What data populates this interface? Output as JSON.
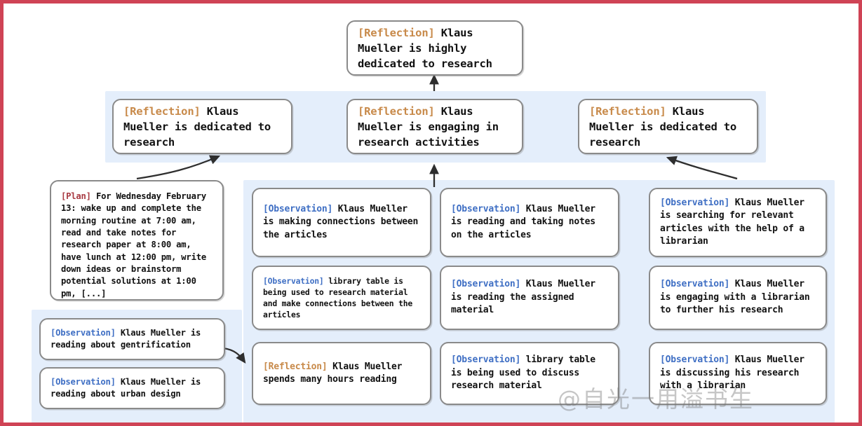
{
  "figure": {
    "border_color": "#cf4355",
    "panel_color": "#e4eefb",
    "node_border_color": "#8a8a8a",
    "tag_colors": {
      "reflection": "#c88a4a",
      "observation": "#3f6fc4",
      "plan": "#a83a42"
    }
  },
  "top": {
    "tag": "[Reflection]",
    "text": " Klaus Mueller is highly dedicated to research"
  },
  "reflections": [
    {
      "tag": "[Reflection]",
      "text": " Klaus Mueller is dedicated to research"
    },
    {
      "tag": "[Reflection]",
      "text": " Klaus Mueller is engaging in research activities"
    },
    {
      "tag": "[Reflection]",
      "text": " Klaus Mueller is dedicated to research"
    }
  ],
  "plan": {
    "tag": "[Plan]",
    "text": " For Wednesday February 13: wake up and complete the morning routine at 7:00 am, read and take notes for research paper at 8:00 am, have lunch at 12:00 pm, write down ideas or brainstorm potential solutions at 1:00 pm, [...]"
  },
  "left_observations": [
    {
      "tag": "[Observation]",
      "text": " Klaus Mueller is reading about gentrification"
    },
    {
      "tag": "[Observation]",
      "text": " Klaus Mueller is reading about urban design"
    }
  ],
  "column_a": [
    {
      "tag": "[Observation]",
      "text": " Klaus Mueller is making connections between the articles"
    },
    {
      "tag": "[Observation]",
      "text": " library table is being used to research material and make connections between the articles"
    },
    {
      "tag": "[Reflection]",
      "text": " Klaus Mueller spends many hours reading"
    }
  ],
  "column_b": [
    {
      "tag": "[Observation]",
      "text": " Klaus Mueller is reading and taking notes on the articles"
    },
    {
      "tag": "[Observation]",
      "text": " Klaus Mueller is reading the assigned material"
    },
    {
      "tag": "[Observation]",
      "text": " library table is being used to discuss research material"
    }
  ],
  "column_c": [
    {
      "tag": "[Observation]",
      "text": " Klaus Mueller is searching for relevant articles with the help of a librarian"
    },
    {
      "tag": "[Observation]",
      "text": " Klaus Mueller is engaging with a librarian to further his research"
    },
    {
      "tag": "[Observation]",
      "text": " Klaus Mueller is discussing his research with a librarian"
    }
  ],
  "watermark": {
    "text": "@自光一用溢书生"
  }
}
